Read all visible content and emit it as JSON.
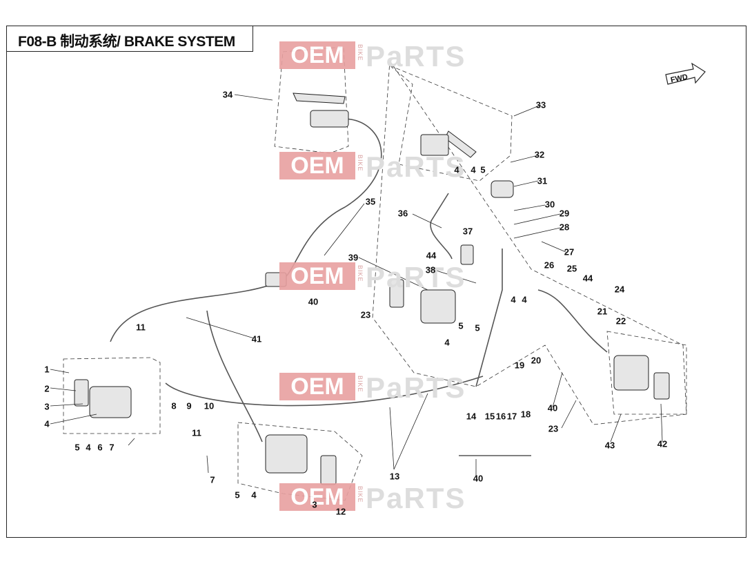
{
  "title": "F08-B 制动系统/ BRAKE SYSTEM",
  "fwd_label": "FWD",
  "watermark": {
    "oem": "OEM",
    "bike": "BIKE",
    "parts": "PaRTS",
    "color": "#e8a0a0"
  },
  "callouts": [
    "34",
    "33",
    "32",
    "31",
    "30",
    "29",
    "28",
    "27",
    "35",
    "36",
    "37",
    "38",
    "39",
    "44",
    "26",
    "25",
    "44",
    "24",
    "23",
    "40",
    "41",
    "11",
    "1",
    "2",
    "3",
    "4",
    "5",
    "4",
    "6",
    "7",
    "8",
    "9",
    "10",
    "11",
    "7",
    "5",
    "4",
    "3",
    "12",
    "13",
    "14",
    "15",
    "16",
    "17",
    "18",
    "19",
    "20",
    "4",
    "5",
    "4",
    "4",
    "5",
    "4",
    "5",
    "4",
    "21",
    "22",
    "23",
    "43",
    "42",
    "40",
    "40"
  ]
}
